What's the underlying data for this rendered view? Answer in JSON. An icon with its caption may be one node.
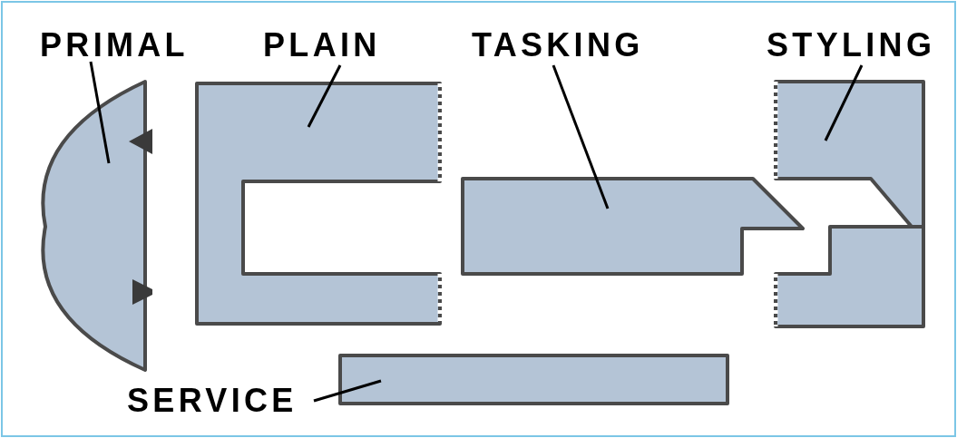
{
  "diagram": {
    "nodes": [
      {
        "text": [
          "PRIMAL"
        ]
      },
      {
        "text": [],
        "shape": "box"
      },
      {
        "text": [
          "PLAIN"
        ]
      },
      {
        "text": [],
        "shape": "box"
      },
      {
        "text": [
          "TASKING"
        ]
      },
      {
        "text": [],
        "shape": "box"
      },
      {
        "text": [
          "STYLING"
        ]
      },
      {
        "text": [],
        "shape": "box"
      },
      {
        "text": [
          "SERVICE"
        ]
      },
      {
        "text": [],
        "shape": "box"
      }
    ],
    "edges": [
      {
        "from": 0,
        "to": 1,
        "arrow": "none"
      },
      {
        "from": 2,
        "to": 3,
        "arrow": "none"
      },
      {
        "from": 4,
        "to": 5,
        "arrow": "none"
      },
      {
        "from": 6,
        "to": 7,
        "arrow": "none"
      },
      {
        "from": 8,
        "to": 9,
        "arrow": "none"
      }
    ]
  }
}
